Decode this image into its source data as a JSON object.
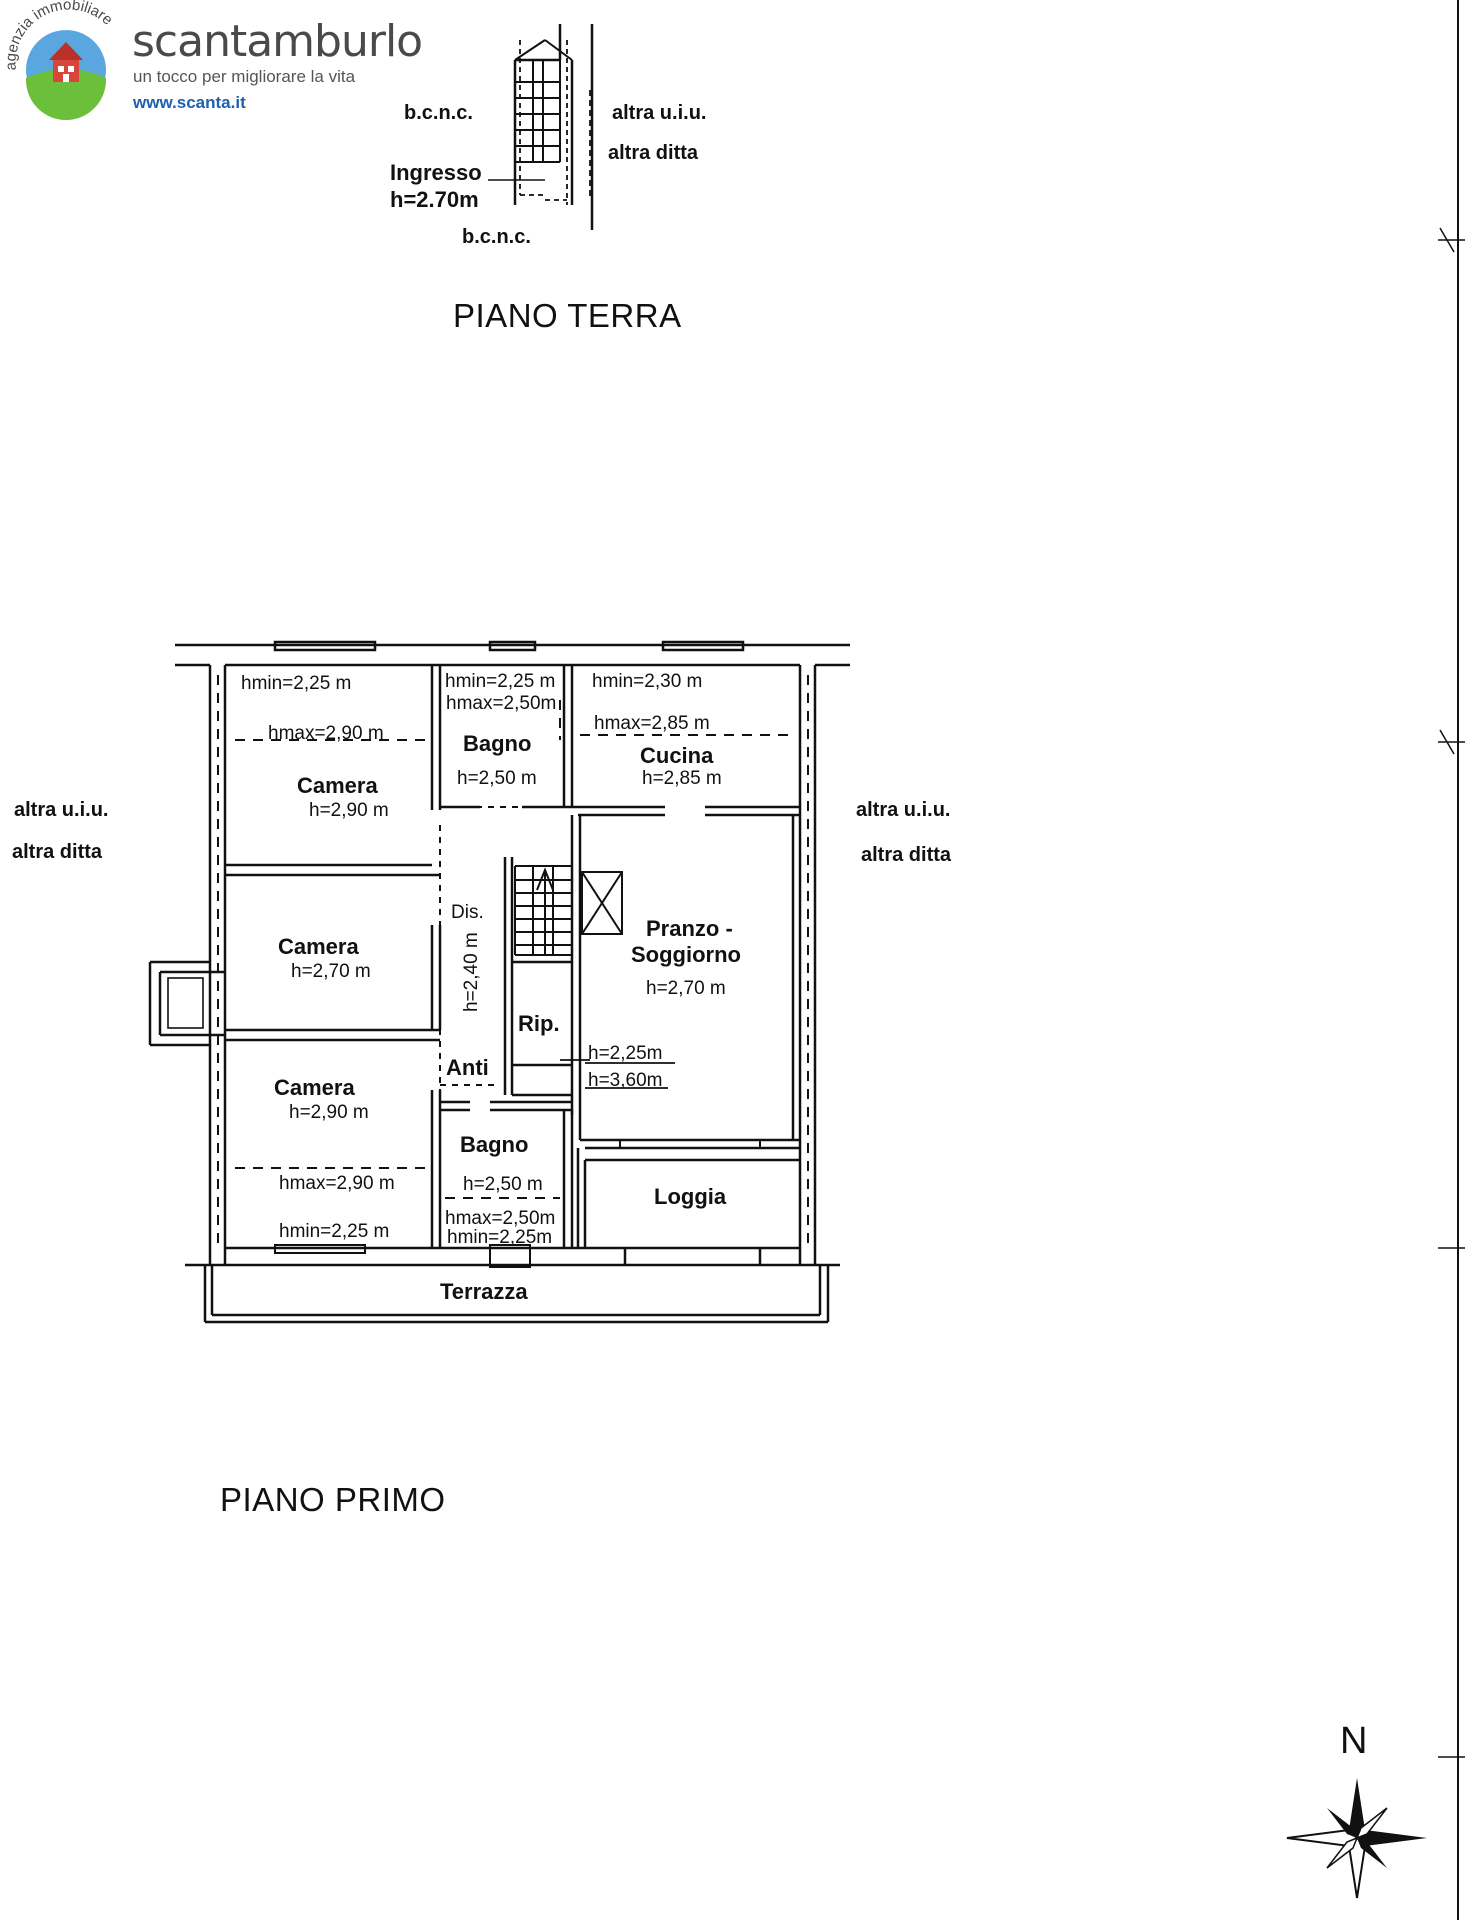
{
  "brand": {
    "arc_text": "agenzia immobiliare",
    "name": "scantamburlo",
    "tagline": "un tocco per migliorare la vita",
    "url": "www.scanta.it",
    "colors": {
      "sky": "#5aa7e0",
      "grass": "#6bbf3a",
      "house": "#d8453a",
      "url": "#1f5fb0"
    }
  },
  "ground_floor": {
    "title": "PIANO TERRA",
    "labels": {
      "bcnc_top": "b.c.n.c.",
      "bcnc_bottom": "b.c.n.c.",
      "other_unit": "altra u.i.u.",
      "other_owner": "altra ditta",
      "entrance": "Ingresso",
      "entrance_h": "h=2.70m"
    }
  },
  "first_floor": {
    "title": "PIANO PRIMO",
    "left_side": {
      "unit": "altra u.i.u.",
      "owner": "altra ditta"
    },
    "right_side": {
      "unit": "altra u.i.u.",
      "owner": "altra ditta"
    },
    "rooms": {
      "camera_top": {
        "name": "Camera",
        "hmin": "hmin=2,25 m",
        "hmax": "hmax=2,90 m",
        "h": "h=2,90 m"
      },
      "bagno_top": {
        "name": "Bagno",
        "hmin": "hmin=2,25 m",
        "hmax": "hmax=2,50m",
        "h": "h=2,50 m"
      },
      "cucina": {
        "name": "Cucina",
        "hmin": "hmin=2,30 m",
        "hmax": "hmax=2,85 m",
        "h": "h=2,85 m"
      },
      "camera_mid": {
        "name": "Camera",
        "h": "h=2,70 m"
      },
      "dis": {
        "name": "Dis.",
        "h": "h=2,40 m"
      },
      "pranzo": {
        "name_1": "Pranzo -",
        "name_2": "Soggiorno",
        "h": "h=2,70 m"
      },
      "rip": {
        "name": "Rip.",
        "h1": "h=2,25m",
        "h2": "h=3,60m"
      },
      "anti": {
        "name": "Anti"
      },
      "camera_bottom": {
        "name": "Camera",
        "h": "h=2,90 m",
        "hmax": "hmax=2,90 m",
        "hmin": "hmin=2,25 m"
      },
      "bagno_bottom": {
        "name": "Bagno",
        "h": "h=2,50 m",
        "hmax": "hmax=2,50m",
        "hmin": "hmin=2,25m"
      },
      "loggia": {
        "name": "Loggia"
      },
      "terrazza": {
        "name": "Terrazza"
      }
    }
  },
  "compass": {
    "north": "N"
  }
}
